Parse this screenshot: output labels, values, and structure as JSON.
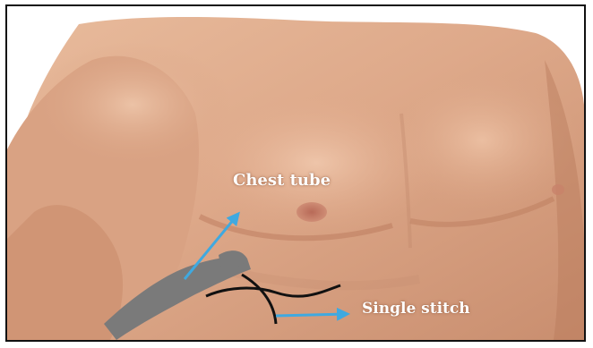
{
  "annotations": {
    "chest_tube_label": "Chest tube",
    "single_stitch_label": "Single stitch"
  },
  "colors": {
    "arrow": "#3fa9e0",
    "tube": "#7a7a7a",
    "stitch": "#111111",
    "label_text": "#ffffff",
    "skin_light": "#e9bfa4",
    "skin_mid": "#d49d7e",
    "skin_shadow": "#b9785a",
    "background": "#ffffff"
  },
  "image": {
    "subject": "bare male chest with chest tube and single stitch"
  }
}
